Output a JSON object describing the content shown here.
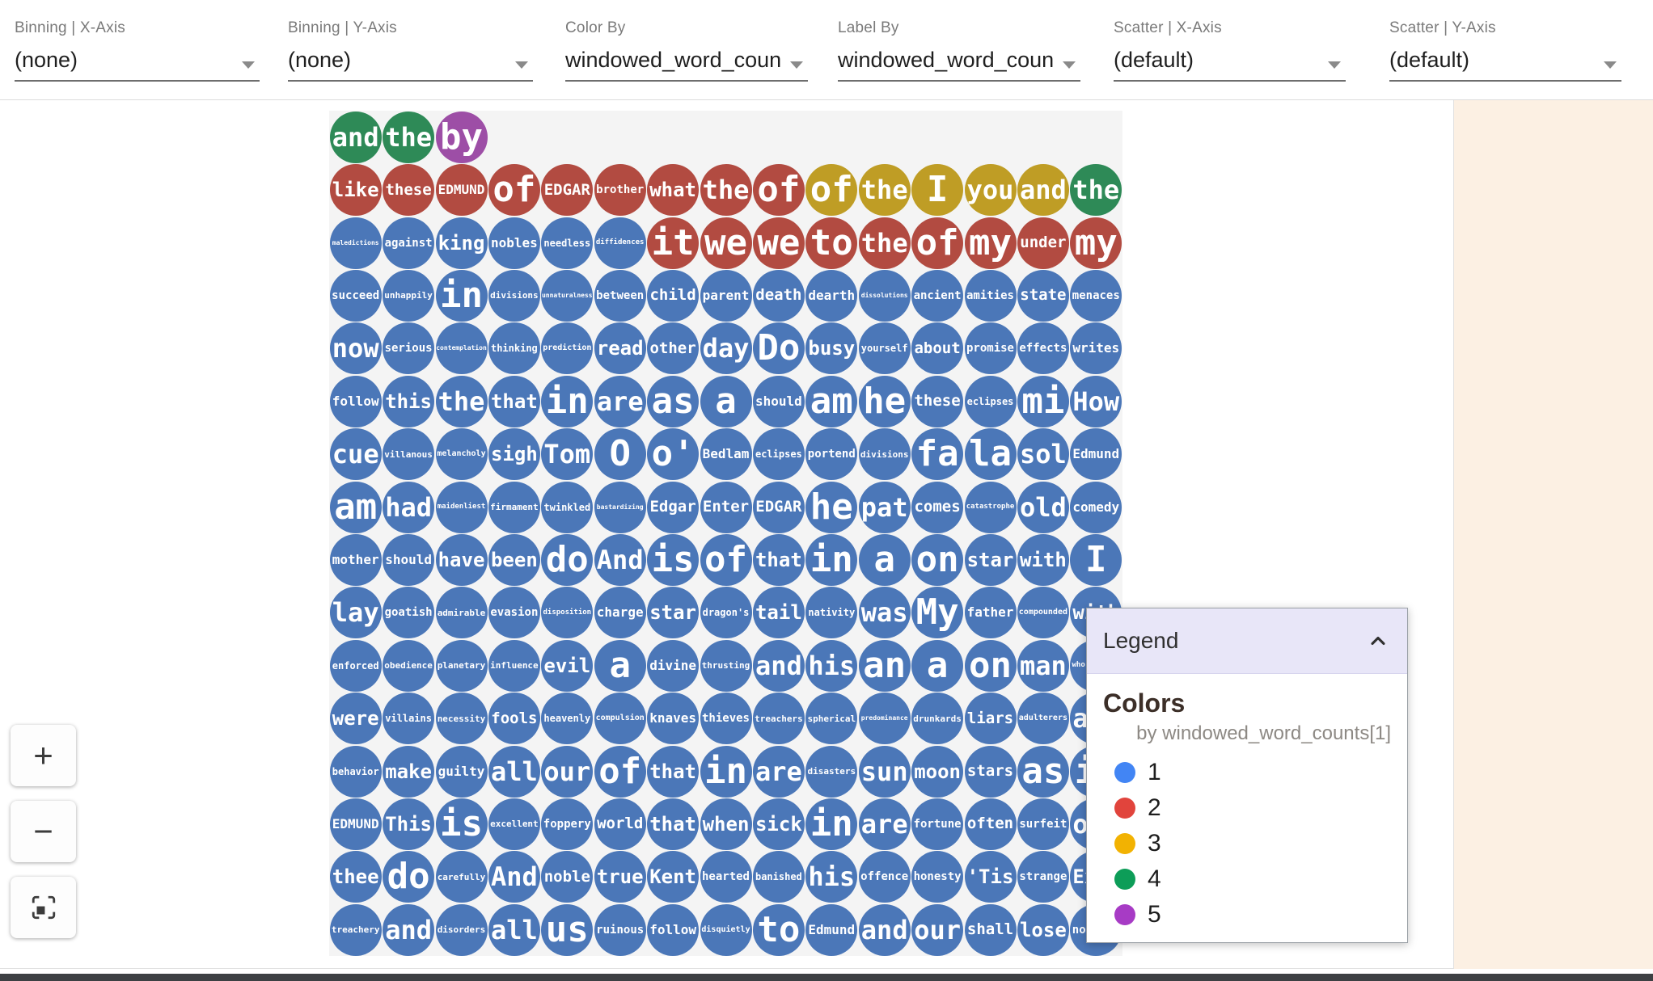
{
  "toolbar": {
    "dropdowns": [
      {
        "id": "binning-x-axis",
        "label": "Binning | X-Axis",
        "value": "(none)"
      },
      {
        "id": "binning-y-axis",
        "label": "Binning | Y-Axis",
        "value": "(none)"
      },
      {
        "id": "color-by",
        "label": "Color By",
        "value": "windowed_word_counts"
      },
      {
        "id": "label-by",
        "label": "Label By",
        "value": "windowed_word_counts"
      },
      {
        "id": "scatter-x-axis",
        "label": "Scatter | X-Axis",
        "value": "(default)"
      },
      {
        "id": "scatter-y-axis",
        "label": "Scatter | Y-Axis",
        "value": "(default)"
      }
    ]
  },
  "controls": {
    "zoom_in": "+",
    "zoom_out": "−"
  },
  "legend": {
    "title": "Legend",
    "section_title": "Colors",
    "subtitle": "by windowed_word_counts[1]",
    "items": [
      {
        "value": "1",
        "color": "#4285f4"
      },
      {
        "value": "2",
        "color": "#e1443c"
      },
      {
        "value": "3",
        "color": "#f2b202"
      },
      {
        "value": "4",
        "color": "#0d9d58"
      },
      {
        "value": "5",
        "color": "#a73bc5"
      }
    ]
  },
  "palette": {
    "1": "#4b77b8",
    "2": "#b24b41",
    "3": "#bf9d25",
    "4": "#2e8a57",
    "5": "#9d4ea6"
  },
  "grid": {
    "rows": [
      [
        [
          "and",
          4
        ],
        [
          "the",
          4
        ],
        [
          "by",
          5
        ]
      ],
      [
        [
          "like",
          2
        ],
        [
          "these",
          2
        ],
        [
          "EDMUND",
          2
        ],
        [
          "of",
          2
        ],
        [
          "EDGAR",
          2
        ],
        [
          "brother",
          2
        ],
        [
          "what",
          2
        ],
        [
          "the",
          2
        ],
        [
          "of",
          2
        ],
        [
          "of",
          3
        ],
        [
          "the",
          3
        ],
        [
          "I",
          3
        ],
        [
          "you",
          3
        ],
        [
          "and",
          3
        ],
        [
          "the",
          4
        ]
      ],
      [
        [
          "maledictions",
          1
        ],
        [
          "against",
          1
        ],
        [
          "king",
          1
        ],
        [
          "nobles",
          1
        ],
        [
          "needless",
          1
        ],
        [
          "diffidences",
          1
        ],
        [
          "it",
          2
        ],
        [
          "we",
          2
        ],
        [
          "we",
          2
        ],
        [
          "to",
          2
        ],
        [
          "the",
          2
        ],
        [
          "of",
          2
        ],
        [
          "my",
          2
        ],
        [
          "under",
          2
        ],
        [
          "my",
          2
        ]
      ],
      [
        [
          "succeed",
          1
        ],
        [
          "unhappily",
          1
        ],
        [
          "in",
          1
        ],
        [
          "divisions",
          1
        ],
        [
          "unnaturalness",
          1
        ],
        [
          "between",
          1
        ],
        [
          "child",
          1
        ],
        [
          "parent",
          1
        ],
        [
          "death",
          1
        ],
        [
          "dearth",
          1
        ],
        [
          "dissolutions",
          1
        ],
        [
          "ancient",
          1
        ],
        [
          "amities",
          1
        ],
        [
          "state",
          1
        ],
        [
          "menaces",
          1
        ]
      ],
      [
        [
          "now",
          1
        ],
        [
          "serious",
          1
        ],
        [
          "contemplation",
          1
        ],
        [
          "thinking",
          1
        ],
        [
          "prediction",
          1
        ],
        [
          "read",
          1
        ],
        [
          "other",
          1
        ],
        [
          "day",
          1
        ],
        [
          "Do",
          1
        ],
        [
          "busy",
          1
        ],
        [
          "yourself",
          1
        ],
        [
          "about",
          1
        ],
        [
          "promise",
          1
        ],
        [
          "effects",
          1
        ],
        [
          "writes",
          1
        ]
      ],
      [
        [
          "follow",
          1
        ],
        [
          "this",
          1
        ],
        [
          "the",
          1
        ],
        [
          "that",
          1
        ],
        [
          "in",
          1
        ],
        [
          "are",
          1
        ],
        [
          "as",
          1
        ],
        [
          "a",
          1
        ],
        [
          "should",
          1
        ],
        [
          "am",
          1
        ],
        [
          "he",
          1
        ],
        [
          "these",
          1
        ],
        [
          "eclipses",
          1
        ],
        [
          "mi",
          1
        ],
        [
          "How",
          1
        ]
      ],
      [
        [
          "cue",
          1
        ],
        [
          "villanous",
          1
        ],
        [
          "melancholy",
          1
        ],
        [
          "sigh",
          1
        ],
        [
          "Tom",
          1
        ],
        [
          "O",
          1
        ],
        [
          "o'",
          1
        ],
        [
          "Bedlam",
          1
        ],
        [
          "eclipses",
          1
        ],
        [
          "portend",
          1
        ],
        [
          "divisions",
          1
        ],
        [
          "fa",
          1
        ],
        [
          "la",
          1
        ],
        [
          "sol",
          1
        ],
        [
          "Edmund",
          1
        ]
      ],
      [
        [
          "am",
          1
        ],
        [
          "had",
          1
        ],
        [
          "maidenliest",
          1
        ],
        [
          "firmament",
          1
        ],
        [
          "twinkled",
          1
        ],
        [
          "bastardizing",
          1
        ],
        [
          "Edgar",
          1
        ],
        [
          "Enter",
          1
        ],
        [
          "EDGAR",
          1
        ],
        [
          "he",
          1
        ],
        [
          "pat",
          1
        ],
        [
          "comes",
          1
        ],
        [
          "catastrophe",
          1
        ],
        [
          "old",
          1
        ],
        [
          "comedy",
          1
        ]
      ],
      [
        [
          "mother",
          1
        ],
        [
          "should",
          1
        ],
        [
          "have",
          1
        ],
        [
          "been",
          1
        ],
        [
          "do",
          1
        ],
        [
          "And",
          1
        ],
        [
          "is",
          1
        ],
        [
          "of",
          1
        ],
        [
          "that",
          1
        ],
        [
          "in",
          1
        ],
        [
          "a",
          1
        ],
        [
          "on",
          1
        ],
        [
          "star",
          1
        ],
        [
          "with",
          1
        ],
        [
          "I",
          1
        ]
      ],
      [
        [
          "lay",
          1
        ],
        [
          "goatish",
          1
        ],
        [
          "admirable",
          1
        ],
        [
          "evasion",
          1
        ],
        [
          "disposition",
          1
        ],
        [
          "charge",
          1
        ],
        [
          "star",
          1
        ],
        [
          "dragon's",
          1
        ],
        [
          "tail",
          1
        ],
        [
          "nativity",
          1
        ],
        [
          "was",
          1
        ],
        [
          "My",
          1
        ],
        [
          "father",
          1
        ],
        [
          "compounded",
          1
        ],
        [
          "with",
          1
        ]
      ],
      [
        [
          "enforced",
          1
        ],
        [
          "obedience",
          1
        ],
        [
          "planetary",
          1
        ],
        [
          "influence",
          1
        ],
        [
          "evil",
          1
        ],
        [
          "a",
          1
        ],
        [
          "divine",
          1
        ],
        [
          "thrusting",
          1
        ],
        [
          "and",
          1
        ],
        [
          "his",
          1
        ],
        [
          "an",
          1
        ],
        [
          "a",
          1
        ],
        [
          "on",
          1
        ],
        [
          "man",
          1
        ],
        [
          "whoremaster",
          1
        ]
      ],
      [
        [
          "were",
          1
        ],
        [
          "villains",
          1
        ],
        [
          "necessity",
          1
        ],
        [
          "fools",
          1
        ],
        [
          "heavenly",
          1
        ],
        [
          "compulsion",
          1
        ],
        [
          "knaves",
          1
        ],
        [
          "thieves",
          1
        ],
        [
          "treachers",
          1
        ],
        [
          "spherical",
          1
        ],
        [
          "predominance",
          1
        ],
        [
          "drunkards",
          1
        ],
        [
          "liars",
          1
        ],
        [
          "adulterers",
          1
        ],
        [
          "and",
          1
        ]
      ],
      [
        [
          "behavior",
          1
        ],
        [
          "make",
          1
        ],
        [
          "guilty",
          1
        ],
        [
          "all",
          1
        ],
        [
          "our",
          1
        ],
        [
          "of",
          1
        ],
        [
          "that",
          1
        ],
        [
          "in",
          1
        ],
        [
          "are",
          1
        ],
        [
          "disasters",
          1
        ],
        [
          "sun",
          1
        ],
        [
          "moon",
          1
        ],
        [
          "stars",
          1
        ],
        [
          "as",
          1
        ],
        [
          "if",
          1
        ]
      ],
      [
        [
          "EDMUND",
          1
        ],
        [
          "This",
          1
        ],
        [
          "is",
          1
        ],
        [
          "excellent",
          1
        ],
        [
          "foppery",
          1
        ],
        [
          "world",
          1
        ],
        [
          "that",
          1
        ],
        [
          "when",
          1
        ],
        [
          "sick",
          1
        ],
        [
          "in",
          1
        ],
        [
          "are",
          1
        ],
        [
          "fortune",
          1
        ],
        [
          "often",
          1
        ],
        [
          "surfeit",
          1
        ],
        [
          "our",
          1
        ]
      ],
      [
        [
          "thee",
          1
        ],
        [
          "do",
          1
        ],
        [
          "carefully",
          1
        ],
        [
          "And",
          1
        ],
        [
          "noble",
          1
        ],
        [
          "true",
          1
        ],
        [
          "Kent",
          1
        ],
        [
          "hearted",
          1
        ],
        [
          "banished",
          1
        ],
        [
          "his",
          1
        ],
        [
          "offence",
          1
        ],
        [
          "honesty",
          1
        ],
        [
          "'Tis",
          1
        ],
        [
          "strange",
          1
        ],
        [
          "Exit",
          1
        ]
      ],
      [
        [
          "treachery",
          1
        ],
        [
          "and",
          1
        ],
        [
          "disorders",
          1
        ],
        [
          "all",
          1
        ],
        [
          "us",
          1
        ],
        [
          "ruinous",
          1
        ],
        [
          "follow",
          1
        ],
        [
          "disquietly",
          1
        ],
        [
          "to",
          1
        ],
        [
          "Edmund",
          1
        ],
        [
          "and",
          1
        ],
        [
          "our",
          1
        ],
        [
          "shall",
          1
        ],
        [
          "lose",
          1
        ],
        [
          "nothing",
          1
        ]
      ]
    ]
  }
}
